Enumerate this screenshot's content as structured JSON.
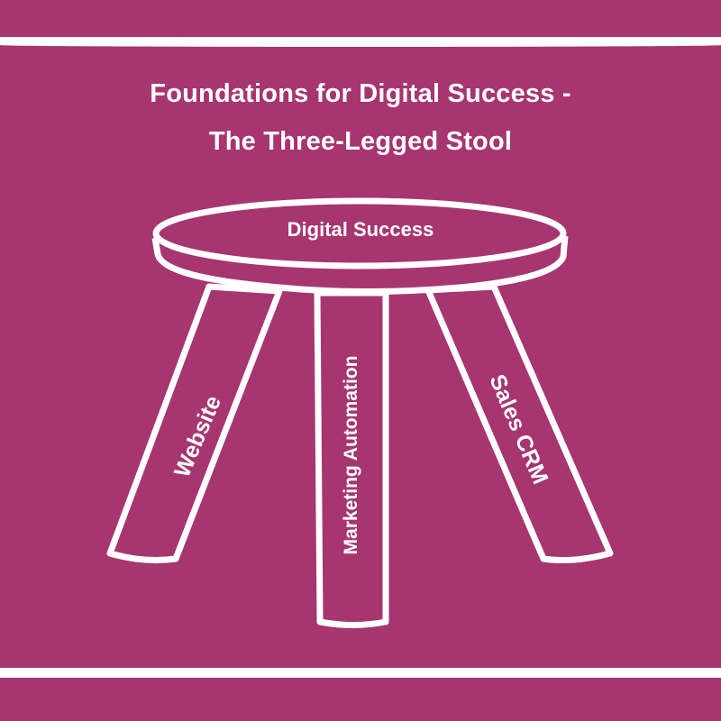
{
  "colors": {
    "background": "#A73570",
    "foreground": "#FFFFFF"
  },
  "title": {
    "line1": "Foundations for Digital Success -",
    "line2": "The Three-Legged Stool"
  },
  "diagram": {
    "type": "three-legged-stool",
    "seat": {
      "label": "Digital Success"
    },
    "legs": [
      {
        "label": "Website",
        "position": "left"
      },
      {
        "label": "Marketing Automation",
        "position": "center"
      },
      {
        "label": "Sales CRM",
        "position": "right"
      }
    ]
  }
}
